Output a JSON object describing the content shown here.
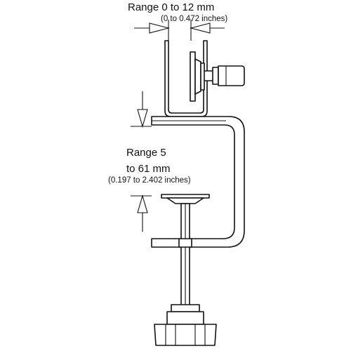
{
  "labels": {
    "top_range": "Range 0 to 12 mm",
    "top_range_inches": "(0 to 0.472 inches)",
    "mid_range_line1": "Range 5",
    "mid_range_line2": "to 61 mm",
    "mid_range_inches": "(0.197 to 2.402 inches)"
  }
}
